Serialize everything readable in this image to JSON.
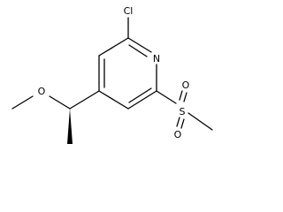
{
  "molecule": {
    "atoms": {
      "chlorine": "Cl",
      "ring_nitrogen": "N",
      "ether_oxygen": "O",
      "sulfur": "S",
      "sulfonyl_oxygen_top": "O",
      "sulfonyl_oxygen_bottom": "O"
    },
    "colors": {
      "bonds": "#000000",
      "labels": "#000000",
      "background": "#ffffff"
    }
  }
}
